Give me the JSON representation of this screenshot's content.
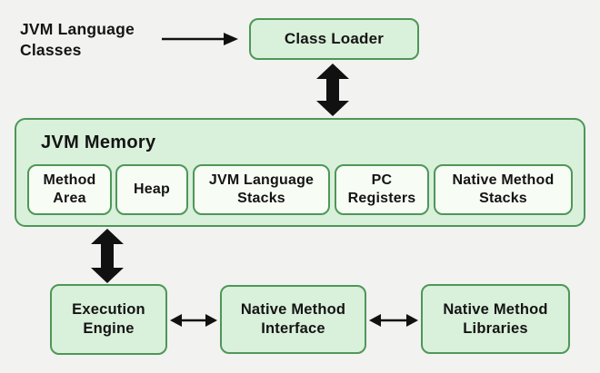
{
  "colors": {
    "bg": "#f2f2f1",
    "border": "#4e9758",
    "fillGreen": "#d9f0da",
    "fillLight": "#f7fcf5",
    "arrow": "#111111",
    "text": "#141414"
  },
  "diagram": {
    "source": {
      "line1": "JVM Language",
      "line2": "Classes"
    },
    "class_loader": {
      "label": "Class Loader"
    },
    "jvm_memory": {
      "title": "JVM Memory",
      "boxes": [
        {
          "label": "Method Area"
        },
        {
          "label": "Heap"
        },
        {
          "label": "JVM Language Stacks"
        },
        {
          "label": "PC Registers"
        },
        {
          "label": "Native Method Stacks"
        }
      ]
    },
    "bottom_row": [
      {
        "label": "Execution Engine"
      },
      {
        "label": "Native Method Interface"
      },
      {
        "label": "Native Method Libraries"
      }
    ]
  }
}
